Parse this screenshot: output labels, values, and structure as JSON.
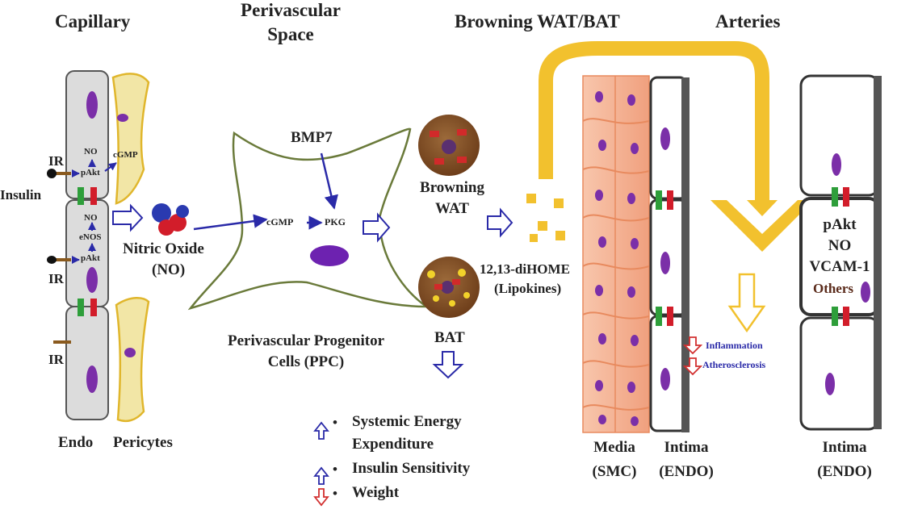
{
  "headers": {
    "capillary": "Capillary",
    "perivascular": "Perivascular",
    "space": "Space",
    "browning": "Browning WAT/BAT",
    "arteries": "Arteries"
  },
  "capillary": {
    "ir_top": "IR",
    "insulin": "Insulin",
    "ir_mid": "IR",
    "ir_bottom": "IR",
    "no_top": "NO",
    "pakt_top": "pAkt",
    "cgmp": "cGMP",
    "no_mid": "NO",
    "enos": "eNOS",
    "pakt_mid": "pAkt",
    "endo": "Endo",
    "pericytes": "Pericytes"
  },
  "no_label": {
    "line1": "Nitric Oxide",
    "line2": "(NO)"
  },
  "ppc": {
    "bmp7": "BMP7",
    "cgmp": "cGMP",
    "pkg": "PKG",
    "line1": "Perivascular Progenitor",
    "line2": "Cells (PPC)"
  },
  "adipose": {
    "browning_wat_1": "Browning",
    "browning_wat_2": "WAT",
    "bat": "BAT",
    "lipokine_1": "12,13-diHOME",
    "lipokine_2": "(Lipokines)"
  },
  "outcomes": {
    "bullet": "•",
    "item1_line1": "Systemic Energy",
    "item1_line2": "Expenditure",
    "item2": "Insulin Sensitivity",
    "item3": "Weight"
  },
  "artery": {
    "inflammation": "Inflammation",
    "atherosclerosis": "Atherosclerosis",
    "media_1": "Media",
    "media_2": "(SMC)",
    "intima_1": "Intima",
    "intima_2": "(ENDO)",
    "right_intima_1": "Intima",
    "right_intima_2": "(ENDO)",
    "pakt": "pAkt",
    "no": "NO",
    "vcam": "VCAM-1",
    "others": "Others"
  },
  "colors": {
    "nucleus": "#7b2fa8",
    "yellow": "#f2c12e",
    "smc": "#f6b89a",
    "up_arrow": "#2d2d9e",
    "down_arrow": "#d23030",
    "green": "#2e9e3a",
    "red": "#d21d2a"
  }
}
